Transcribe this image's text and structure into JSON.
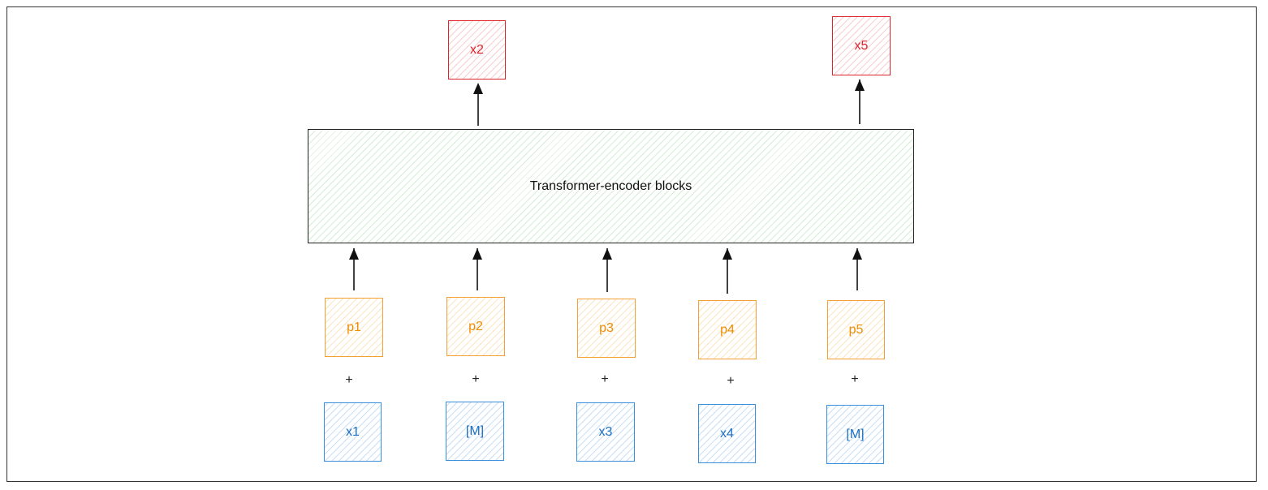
{
  "diagram": {
    "encoder_label": "Transformer-encoder blocks",
    "outputs": [
      "x2",
      "x5"
    ],
    "positions": [
      "p1",
      "p2",
      "p3",
      "p4",
      "p5"
    ],
    "inputs": [
      "x1",
      "[M]",
      "x3",
      "x4",
      "[M]"
    ],
    "plus_sign": "+",
    "colors": {
      "output": "#e0242b",
      "position": "#f08c00",
      "input": "#1c6fc4",
      "encoder_fill": "#d6f0d6",
      "border": "#333333"
    }
  }
}
